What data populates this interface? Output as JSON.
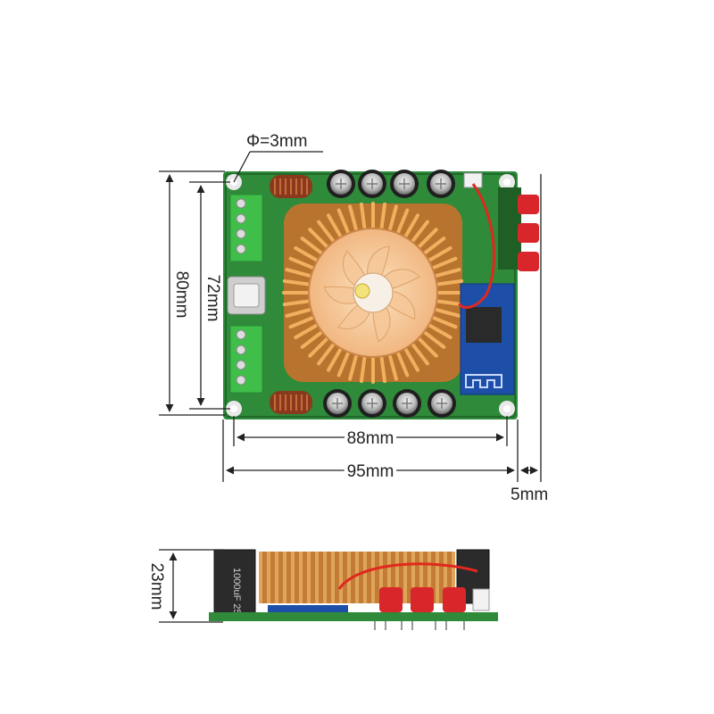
{
  "dimensions": {
    "hole": "Φ=3mm",
    "height_outer": "80mm",
    "height_inner": "72mm",
    "width_inner": "88mm",
    "width_outer": "95mm",
    "edge_offset": "5mm",
    "side_height": "23mm"
  },
  "capacitor_label": "1000uF 25",
  "colors": {
    "pcb": "#2f8a3a",
    "pcb_dark": "#1f6a2a",
    "heatsink": "#e0a45a",
    "heatsink_dark": "#b8742e",
    "terminal": "#3fbf4a",
    "post_red": "#d8262a",
    "bt_module": "#1d4fa8",
    "dim_line": "#222222"
  },
  "icons": [
    "mounting-hole-icon",
    "capacitor-icon",
    "inductor-icon",
    "fan-icon"
  ]
}
